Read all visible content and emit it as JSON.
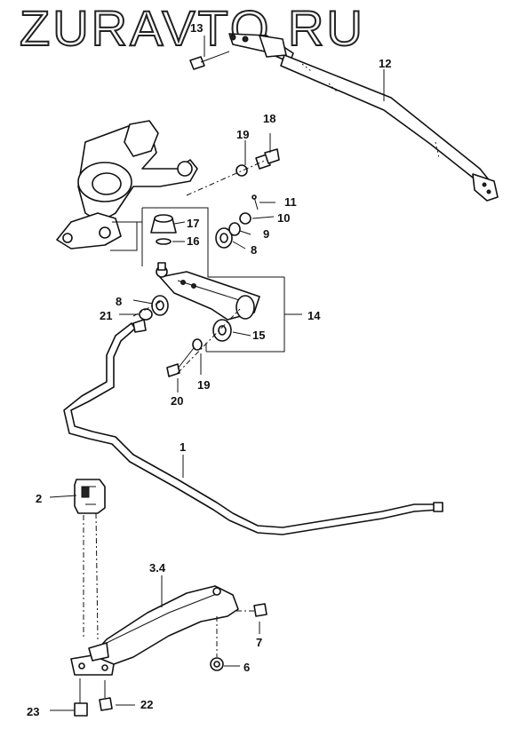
{
  "watermark": "ZURAVTO.RU",
  "callouts": {
    "c1": "1",
    "c2": "2",
    "c34": "3.4",
    "c6": "6",
    "c7": "7",
    "c8a": "8",
    "c8b": "8",
    "c9": "9",
    "c10": "10",
    "c11": "11",
    "c12": "12",
    "c13": "13",
    "c14": "14",
    "c15": "15",
    "c16": "16",
    "c17": "17",
    "c18": "18",
    "c19a": "19",
    "c19b": "19",
    "c20": "20",
    "c21": "21",
    "c22": "22",
    "c23": "23"
  }
}
